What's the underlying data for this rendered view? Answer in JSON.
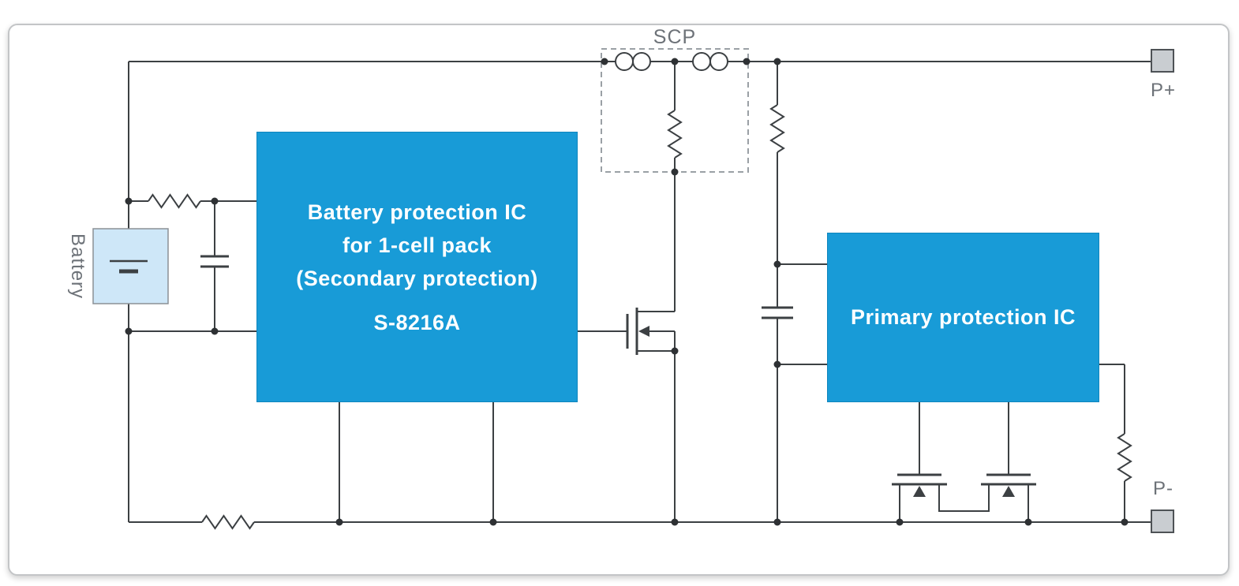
{
  "labels": {
    "scp": "SCP",
    "p_plus": "P+",
    "p_minus": "P-",
    "battery": "Battery"
  },
  "secondary_ic": {
    "line1": "Battery protection IC",
    "line2": "for 1-cell pack",
    "line3": "(Secondary protection)",
    "part": "S-8216A"
  },
  "primary_ic": {
    "label": "Primary protection IC"
  },
  "colors": {
    "ic_blue": "#189bd7",
    "battery_fill": "#cee7f8",
    "wire": "#3c4043",
    "label_gray": "#6d7278",
    "terminal_fill": "#c9cdd1",
    "dashed_box": "#9aa0a5"
  }
}
